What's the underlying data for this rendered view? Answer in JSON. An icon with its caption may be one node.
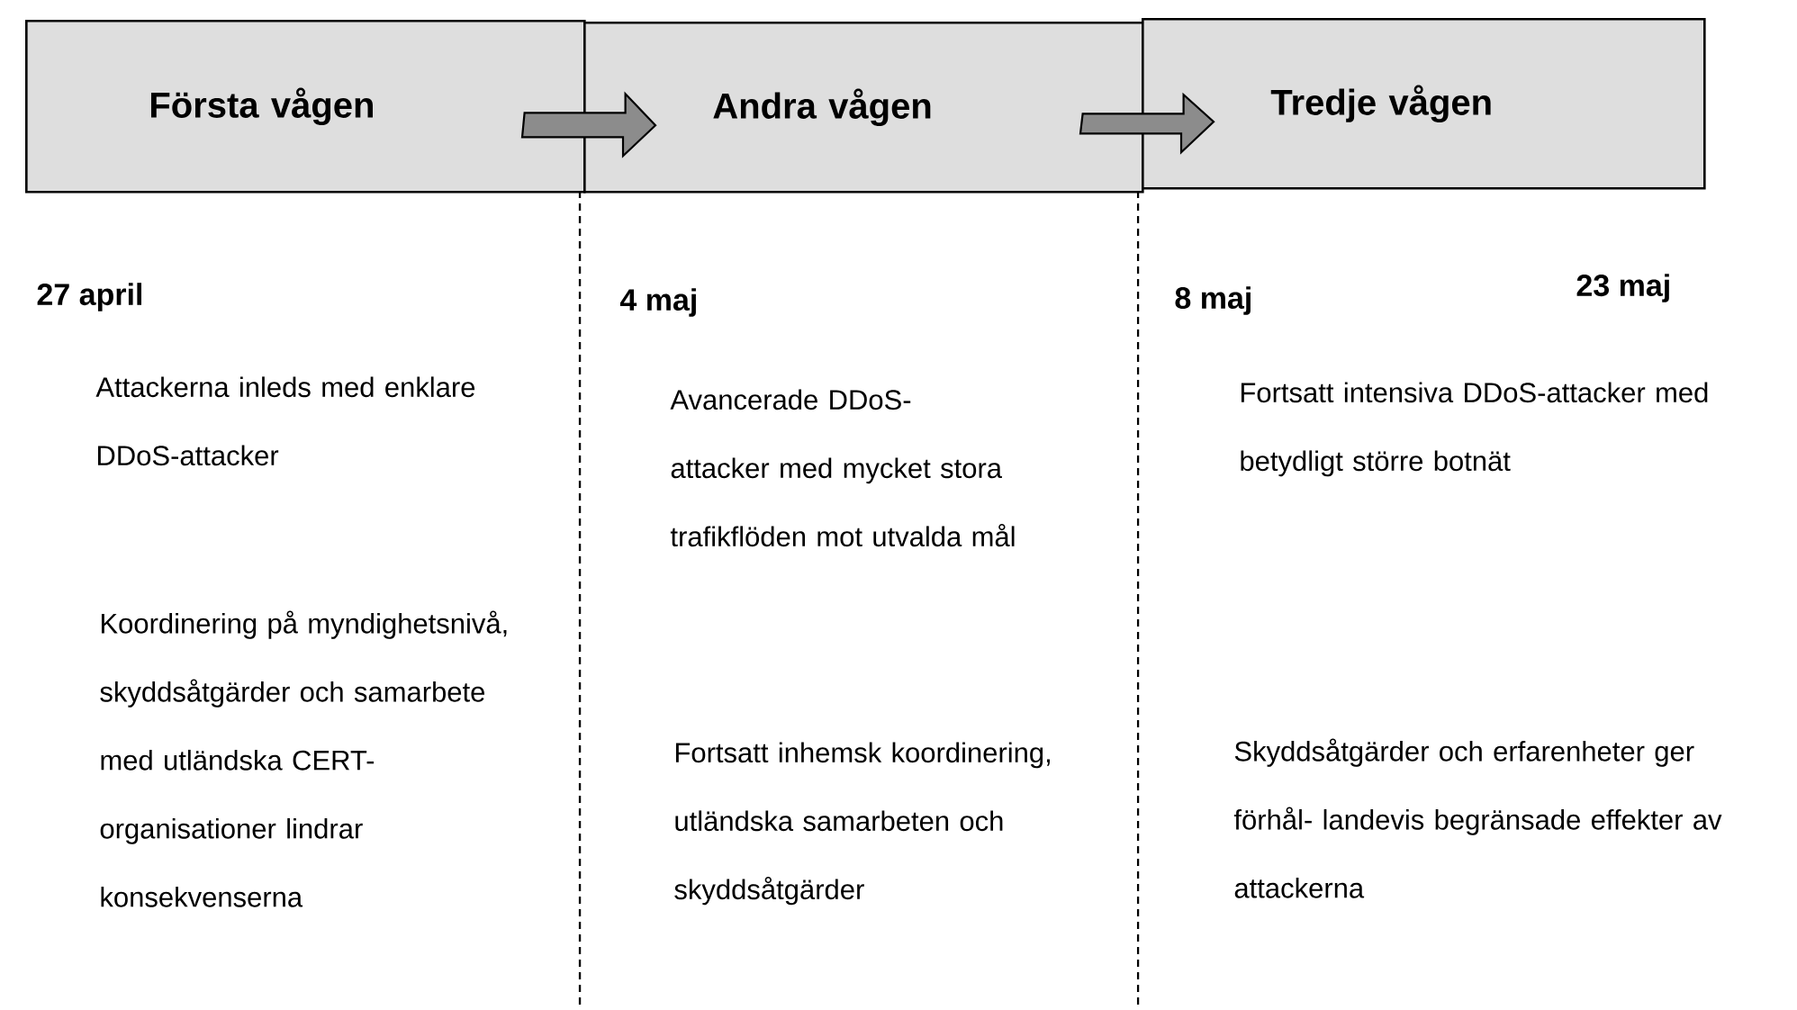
{
  "diagram": {
    "nodes": [
      {
        "text": [
          "Första vågen"
        ]
      },
      {
        "text": [
          "Andra vågen"
        ]
      },
      {
        "text": [
          "Tredje vågen"
        ]
      }
    ],
    "edges": [
      {
        "from": 0,
        "to": 1,
        "arrow": "to"
      },
      {
        "from": 1,
        "to": 2,
        "arrow": "to"
      }
    ],
    "labels": [
      "27 april",
      "4 maj",
      "8 maj",
      "23 maj",
      "Attackerna inleds med enklare DDoS-attacker",
      "Avancerade DDoS-attacker med mycket stora trafikflöden mot utvalda mål",
      "Fortsatt intensiva DDoS-attacker med betydligt större botnät",
      "Koordinering på myndighetsnivå, skyddsåtgärder och samarbete med utländska CERT-organisationer lindrar konsekvenserna",
      "Fortsatt inhemsk koordinering, utländska samarbeten och skyddsåtgärder",
      "Skyddsåtgärder och erfarenheter ger förhål- landevis begränsade effekter av attackerna"
    ]
  }
}
